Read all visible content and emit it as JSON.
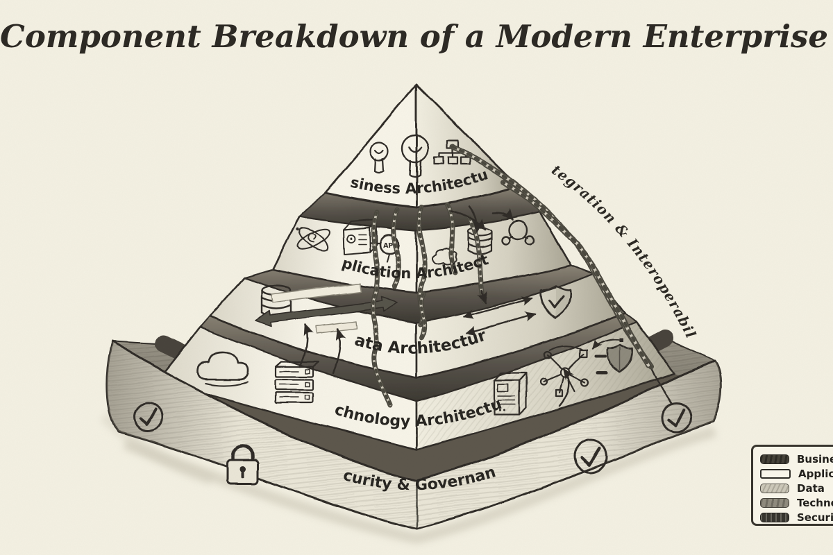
{
  "title": "Component Breakdown of a Modern Enterprise Architecture",
  "pyramid": {
    "layers": [
      {
        "label": "Business Architecture"
      },
      {
        "label": "Application Architecture"
      },
      {
        "label": "Data Architecture"
      },
      {
        "label": "Technology Architecture"
      },
      {
        "label": "Security & Governance"
      }
    ],
    "annotation": "Integration & Interoperability",
    "api_badge": "API"
  },
  "legend": {
    "items": [
      {
        "label": "Business"
      },
      {
        "label": "Application"
      },
      {
        "label": "Data"
      },
      {
        "label": "Technology"
      },
      {
        "label": "Security & Governance"
      }
    ]
  },
  "colors": {
    "background": "#f4f1e3",
    "ink": "#2e2b26",
    "shaded_face": "#b7b3a3",
    "dark_step": "#3b3831"
  }
}
